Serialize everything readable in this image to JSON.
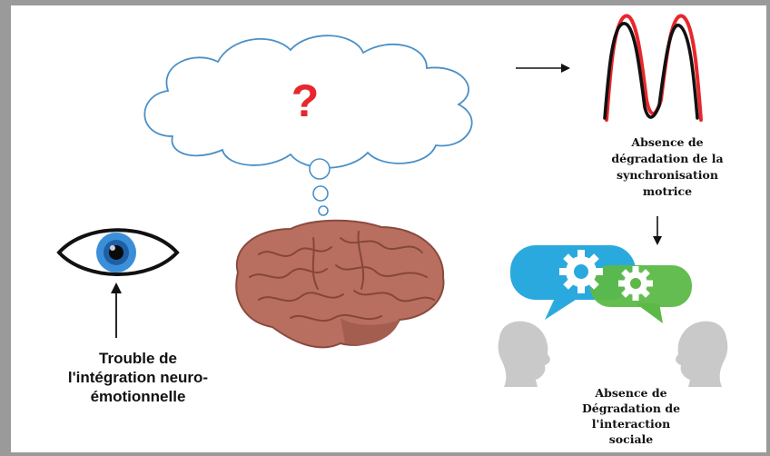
{
  "cloud": {
    "symbol": "?"
  },
  "labels": {
    "eye": [
      "Trouble de",
      "l'intégration neuro-",
      "émotionnelle"
    ],
    "synchronisation": [
      "Absence de",
      "dégradation de la",
      "synchronisation",
      "motrice"
    ],
    "interaction": [
      "Absence de",
      "Dégradation de",
      "l'interaction",
      "sociale"
    ]
  },
  "colors": {
    "question_mark": "#e8262d",
    "waveform_red": "#e8262d",
    "waveform_black": "#111111",
    "gear_bubble_blue": "#2aa9de",
    "gear_bubble_green": "#5cb947",
    "iris": "#3b8fd9",
    "brain": "#b86f5f"
  }
}
